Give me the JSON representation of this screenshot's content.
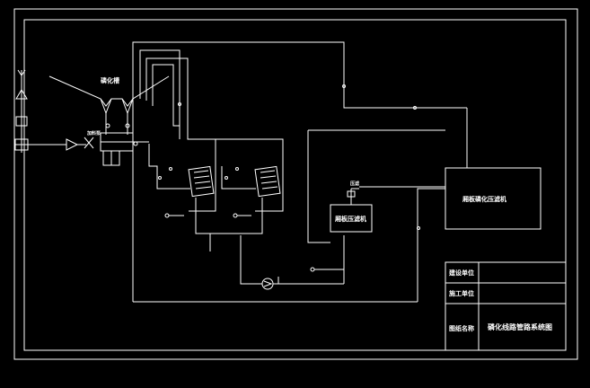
{
  "diagram": {
    "tank_label": "磷化槽",
    "pump_label": "加料泵",
    "filter_label": "厢板压滤机",
    "filter_pump_label": "压滤",
    "treatment_label": "厢板磷化压滤机",
    "title_block": {
      "row1_label": "建设单位",
      "row1_value": "",
      "row2_label": "施工单位",
      "row2_value": "",
      "row3_label": "图纸名称",
      "drawing_title": "磷化线路管路系统图"
    }
  }
}
